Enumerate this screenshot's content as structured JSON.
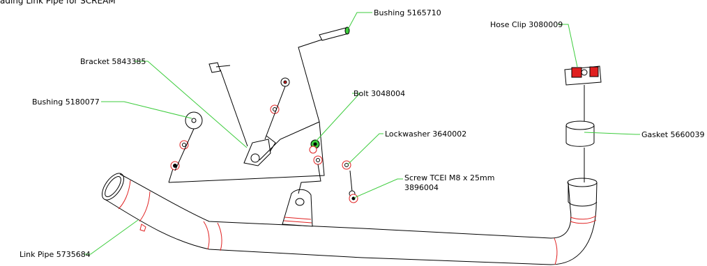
{
  "title": "ading Link Pipe for SCREAM",
  "colors": {
    "leader": "#3ccc3c",
    "line": "#000000",
    "accent": "#e02020"
  },
  "labels": {
    "bushing_5165710": "Bushing 5165710",
    "hose_clip": "Hose Clip 3080009",
    "bracket": "Bracket 5843385",
    "bolt": "Bolt 3048004",
    "bushing_5180077": "Bushing 5180077",
    "lockwasher": "Lockwasher 3640002",
    "gasket": "Gasket 5660039",
    "screw_line1": "Screw TCEI M8 x 25mm",
    "screw_line2": "3896004",
    "link_pipe": "Link Pipe 5735684"
  }
}
